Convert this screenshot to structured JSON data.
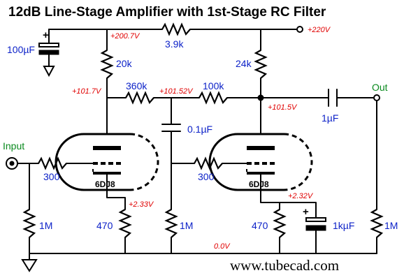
{
  "title": "12dB Line-Stage Amplifier with 1st-Stage RC Filter",
  "website": "www.tubecad.com",
  "labels": {
    "input": "Input",
    "output": "Out"
  },
  "components": {
    "cap_supply": "100µF",
    "r_dropper": "3.9k",
    "r_plate1": "20k",
    "r_plate2": "24k",
    "r_filter": "360k",
    "r_couple": "100k",
    "c_filter": "0.1µF",
    "c_out": "1µF",
    "r_grid1": "300",
    "r_grid2": "300",
    "r_in": "1M",
    "r_cath1": "470",
    "r_bias2": "1M",
    "r_cath2": "470",
    "c_cath2": "1kµF",
    "r_out": "1M",
    "tube1": "6DJ8",
    "tube2": "6DJ8"
  },
  "voltages": {
    "supply": "+220V",
    "node_200": "+200.7V",
    "plate1": "+101.7V",
    "mid": "+101.52V",
    "plate2": "+101.5V",
    "cath1": "+2.33V",
    "cath2": "+2.32V",
    "ground": "0.0V"
  },
  "colors": {
    "component_label": "#0d22c8",
    "voltage_label": "#e00000",
    "io_label": "#0a8a1e",
    "wire": "#000000"
  }
}
